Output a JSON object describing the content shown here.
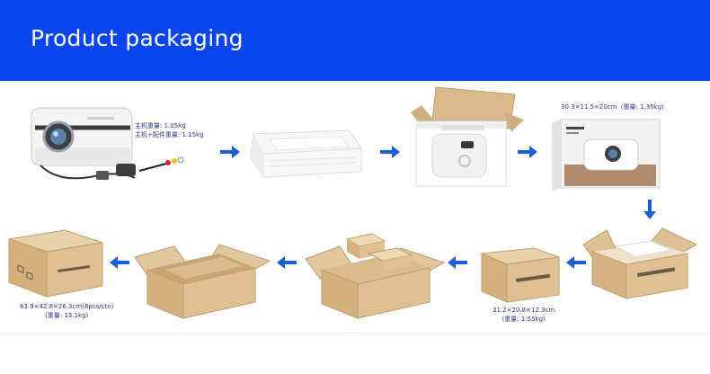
{
  "banner": {
    "title": "Product packaging"
  },
  "specs": {
    "projector_weight": "主机重量: 1.05kg",
    "accessory_weight": "主机+配件重量: 1.15kg",
    "gift_box_size": "30.3×11.5×20cm（重量: 1.35kg)",
    "single_box_size": "31.2×20.8×12.3cm",
    "single_box_weight": "(重量: 1.55kg)",
    "carton_size": "63.9×42.8×26.3cm(8pcs/ctn)",
    "carton_weight": "(重量: 13.1kg)"
  },
  "colors": {
    "banner": "#0a45f0",
    "arrow": "#1a5fd8",
    "cardboard": "#d9b98c",
    "spec_text": "#2a3a8c"
  },
  "icons": {
    "arrow": "arrow-icon"
  }
}
